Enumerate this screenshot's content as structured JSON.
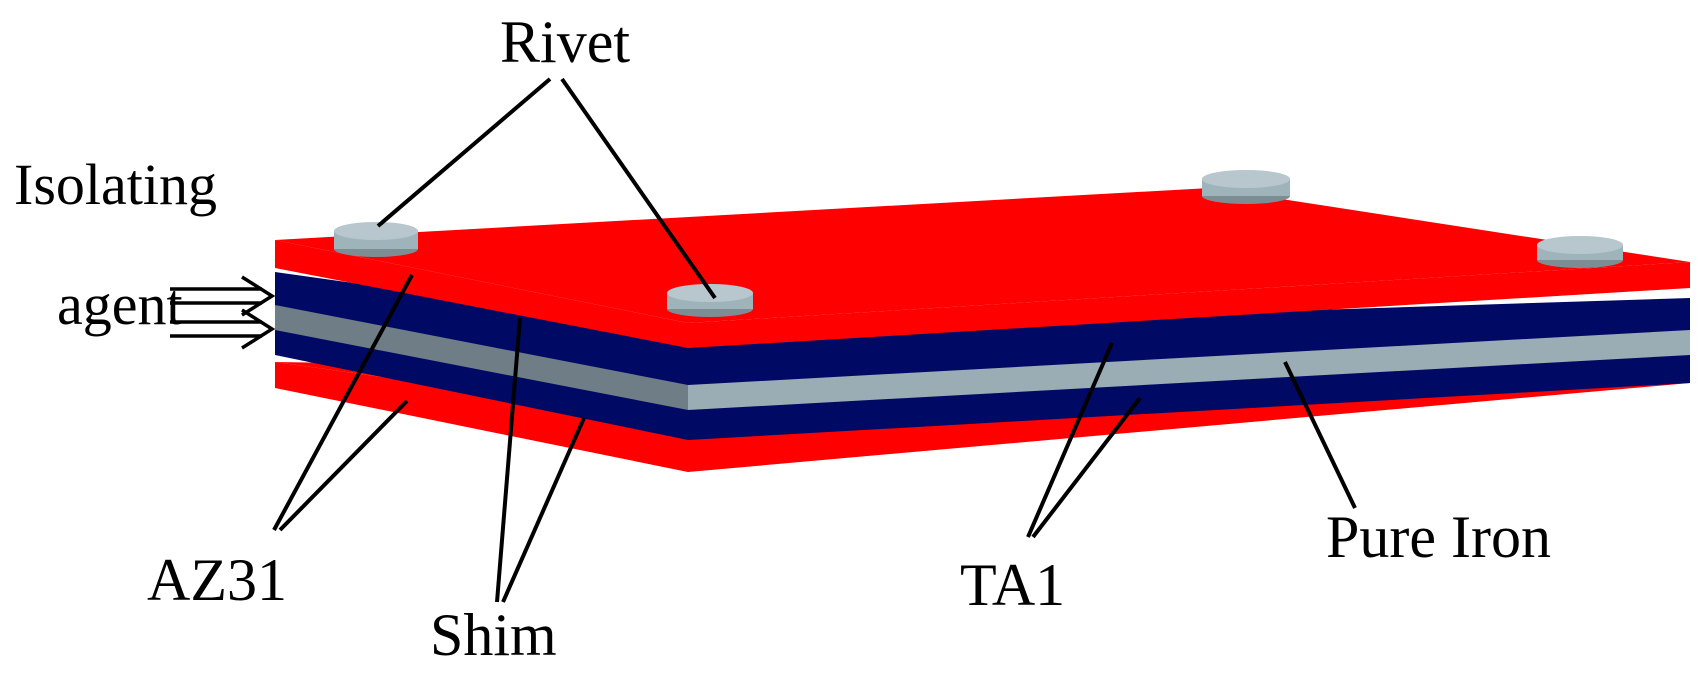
{
  "labels": {
    "rivet": "Rivet",
    "isolating_line1": "Isolating",
    "isolating_line2": "agent",
    "az31": "AZ31",
    "shim": "Shim",
    "ta1": "TA1",
    "pure_iron": "Pure Iron"
  },
  "colors": {
    "az31_plate": "#ff0000",
    "ta1_plate": "#000a64",
    "pure_iron_plate": "#9aacb4",
    "rivet": "#9fb3bb",
    "leader_line": "#000000",
    "background": "#ffffff"
  }
}
